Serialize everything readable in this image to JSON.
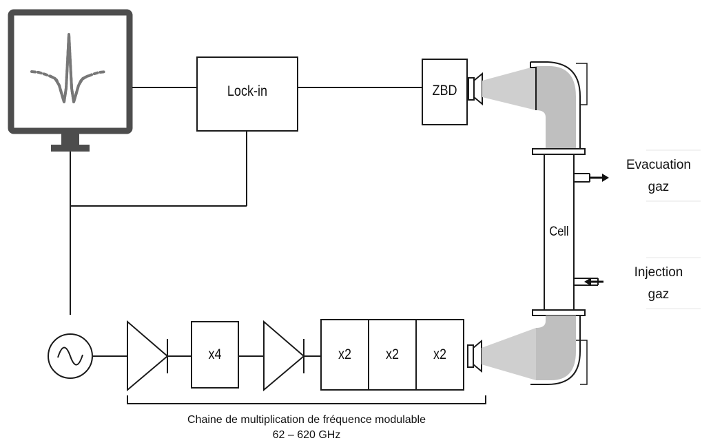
{
  "blocks": {
    "lockin": "Lock-in",
    "zbd": "ZBD",
    "cell": "Cell",
    "x4": "x4",
    "x2_a": "x2",
    "x2_b": "x2",
    "x2_c": "x2"
  },
  "side_labels": {
    "evacuation_1": "Evacuation",
    "evacuation_2": "gaz",
    "injection_1": "Injection",
    "injection_2": "gaz"
  },
  "caption": {
    "line1": "Chaine de multiplication de fréquence modulable",
    "line2": "62 – 620 GHz"
  },
  "icons": {
    "monitor": "monitor-icon",
    "oscillator": "sine-source-icon",
    "amplifier": "amplifier-icon",
    "horn": "horn-antenna-icon",
    "arrow": "arrow-icon"
  },
  "colors": {
    "stroke": "#1a1a1a",
    "monitor_frame": "#4d4d4d",
    "beam": "#bdbdbd",
    "waveguide_fill": "#bfbfbf"
  }
}
